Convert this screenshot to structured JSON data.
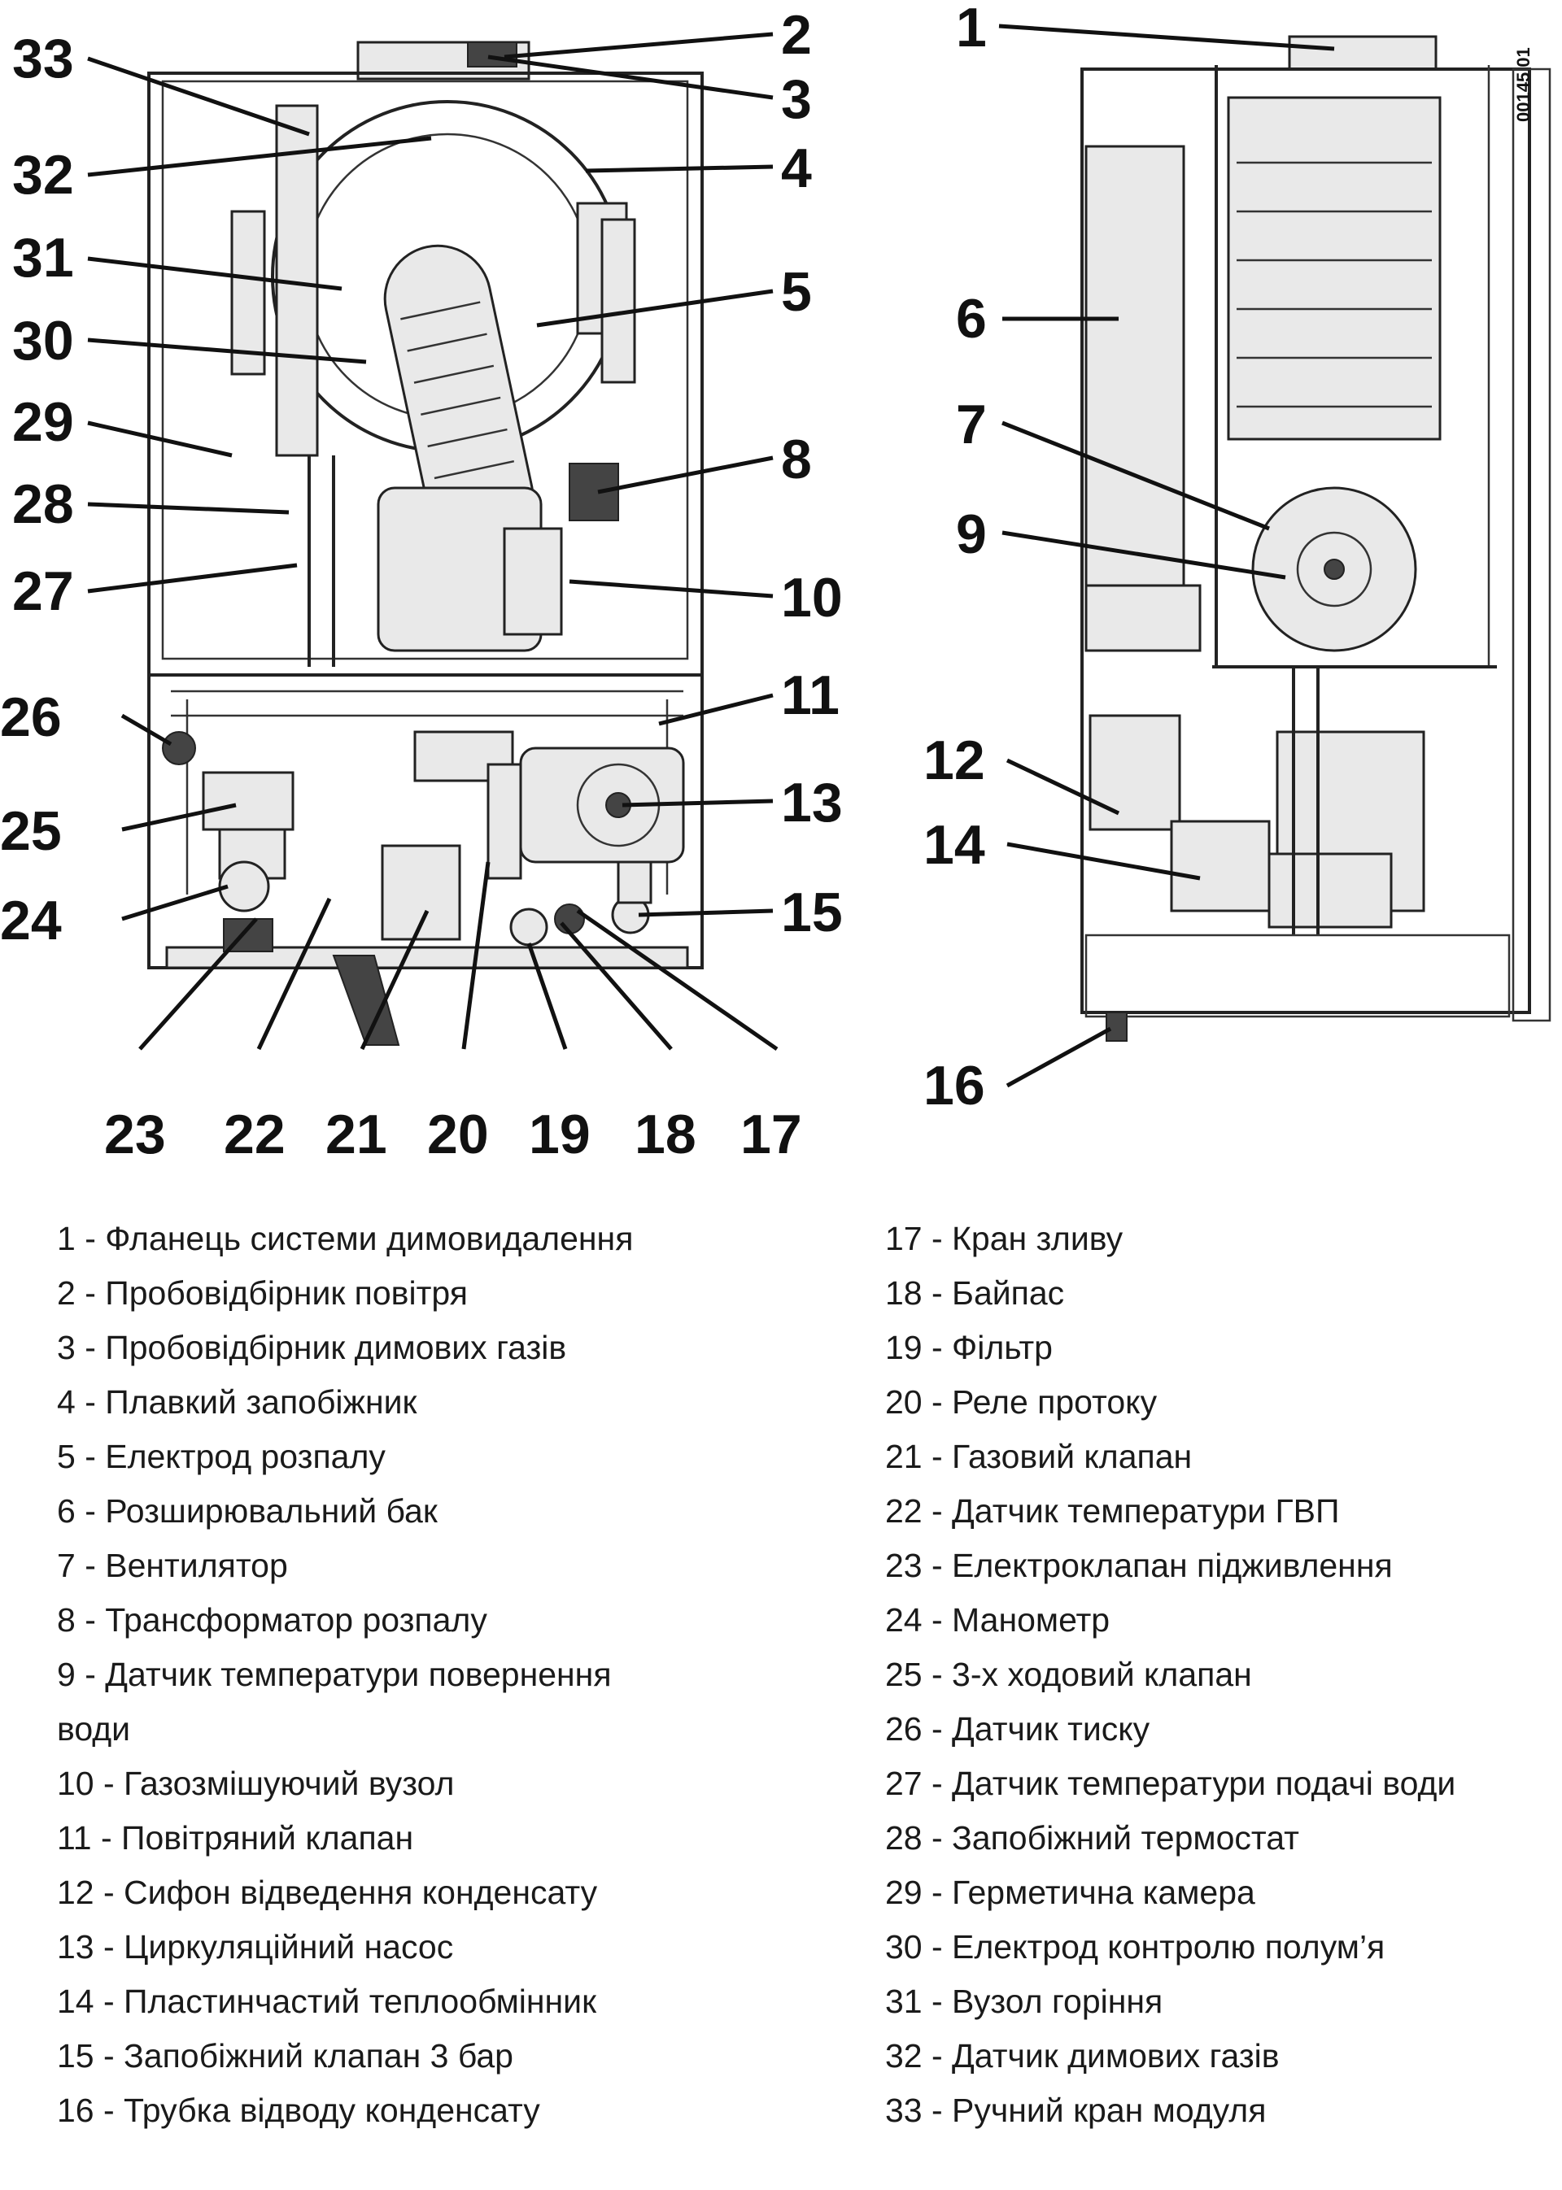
{
  "diagram": {
    "stamp": "00145 01",
    "left_view_callouts": [
      "33",
      "32",
      "31",
      "30",
      "29",
      "28",
      "27",
      "26",
      "25",
      "24",
      "23",
      "22",
      "21",
      "20",
      "19",
      "18",
      "17",
      "15",
      "13",
      "11",
      "10",
      "8",
      "5",
      "4",
      "3",
      "2"
    ],
    "right_view_callouts": [
      "1",
      "6",
      "7",
      "9",
      "12",
      "14",
      "16"
    ]
  },
  "legend": {
    "left": [
      "1 - Фланець системи димовидалення",
      "2 - Пробовідбірник повітря",
      "3 - Пробовідбірник димових газів",
      "4 - Плавкий запобіжник",
      "5 - Електрод розпалу",
      "6 - Розширювальний бак",
      "7 - Вентилятор",
      "8 - Трансформатор розпалу",
      "9 - Датчик температури повернення",
      "води",
      "10 - Газозмішуючий вузол",
      "11 - Повітряний клапан",
      "12 - Сифон відведення конденсату",
      "13 - Циркуляційний насос",
      "14 - Пластинчастий теплообмінник",
      "15 - Запобіжний клапан 3 бар",
      "16 - Трубка відводу конденсату"
    ],
    "right": [
      "17 - Кран зливу",
      "18 - Байпас",
      "19 - Фільтр",
      "20 - Реле протоку",
      "21 - Газовий клапан",
      "22 - Датчик температури ГВП",
      "23 - Електроклапан підживлення",
      "24 - Манометр",
      "25 - 3-х ходовий клапан",
      "26 - Датчик тиску",
      "27 - Датчик температури подачі води",
      "28 - Запобіжний термостат",
      "29 - Герметична камера",
      "30 - Електрод контролю полум’я",
      "31 - Вузол горіння",
      "32 - Датчик димових газів",
      "33 - Ручний кран модуля"
    ]
  }
}
